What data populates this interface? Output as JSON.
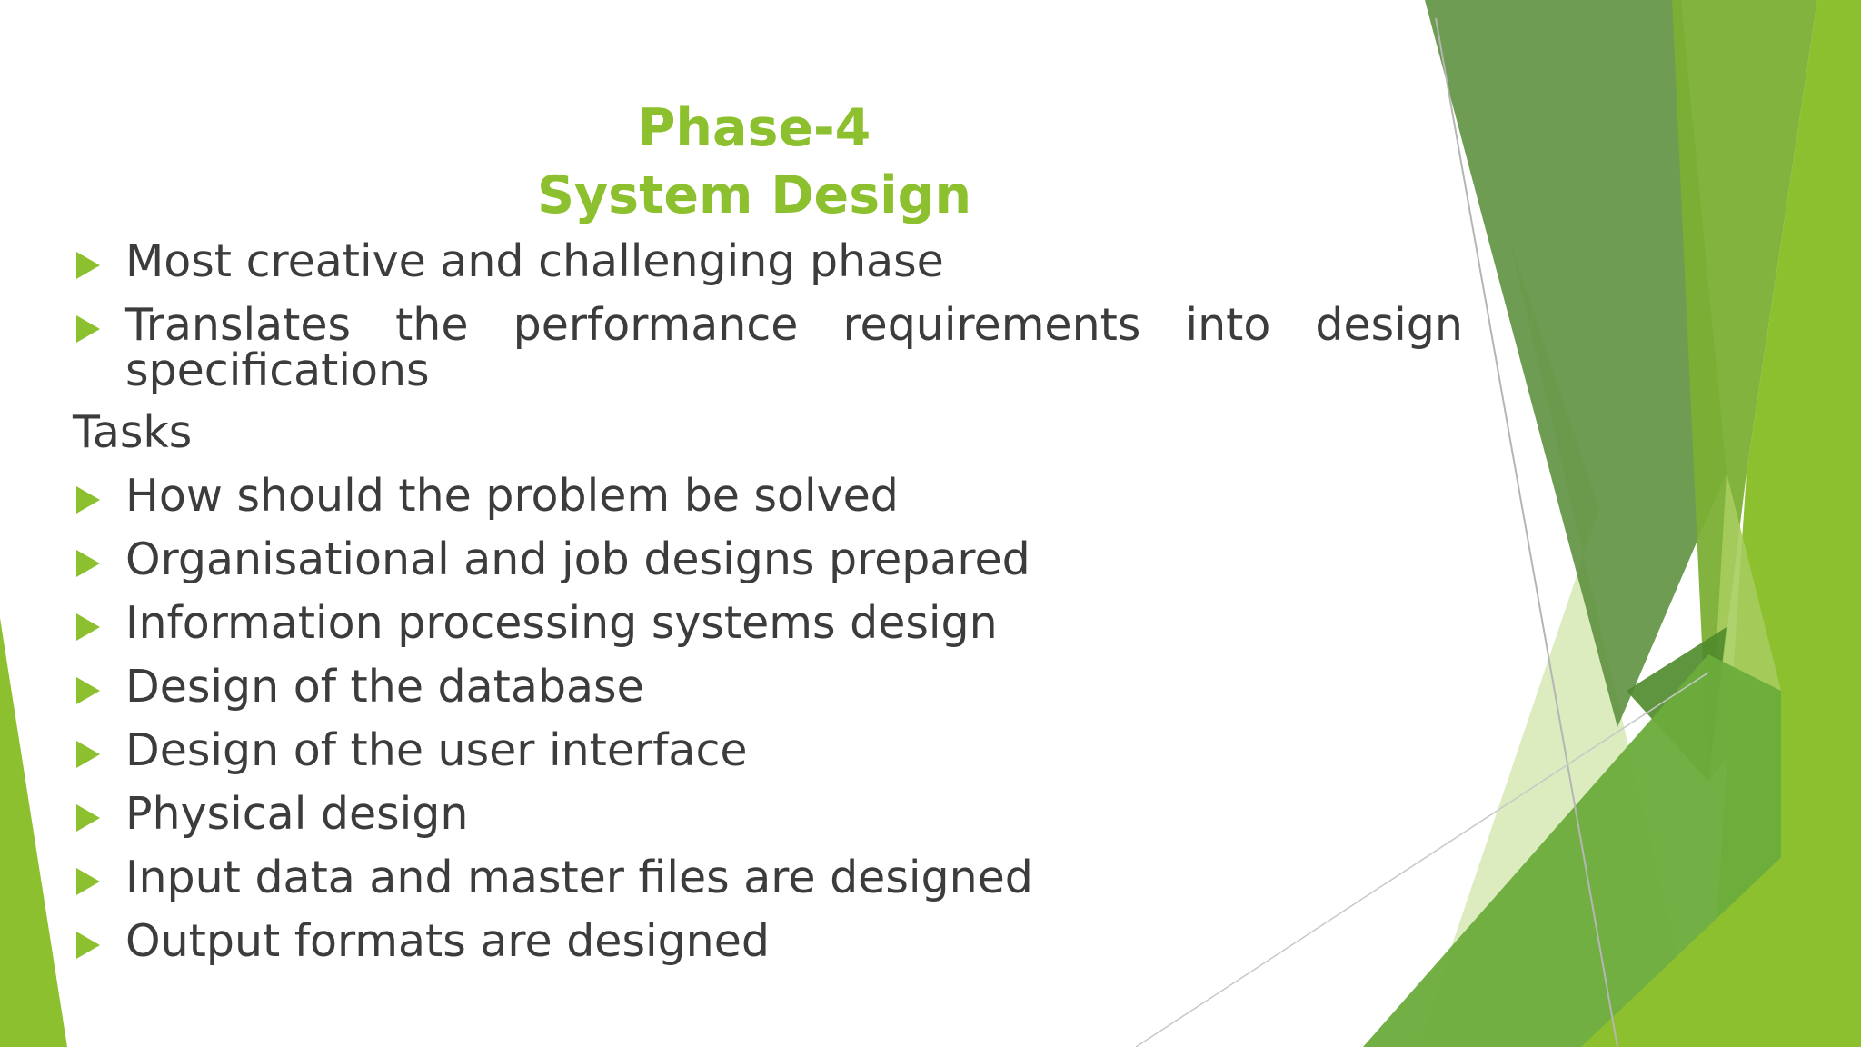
{
  "slide": {
    "title_line1": "Phase-4",
    "title_line2": "System Design",
    "intro_bullets": [
      "Most creative and challenging phase"
    ],
    "translate_bullet": {
      "words": [
        "Translates",
        "the",
        "performance",
        "requirements",
        "into",
        "design"
      ],
      "continuation": "specifications"
    },
    "section_label": "Tasks",
    "tasks": [
      "How should the problem be solved",
      "Organisational and job designs prepared",
      "Information processing systems design",
      "Design of the database",
      "Design of the user interface",
      "Physical design",
      "Input data and master files are designed",
      "Output formats are designed"
    ],
    "colors": {
      "accent": "#8dc02e",
      "text": "#3c3c3c",
      "dark_green": "#5a8f3a",
      "light_green": "#c8e0a0"
    }
  }
}
